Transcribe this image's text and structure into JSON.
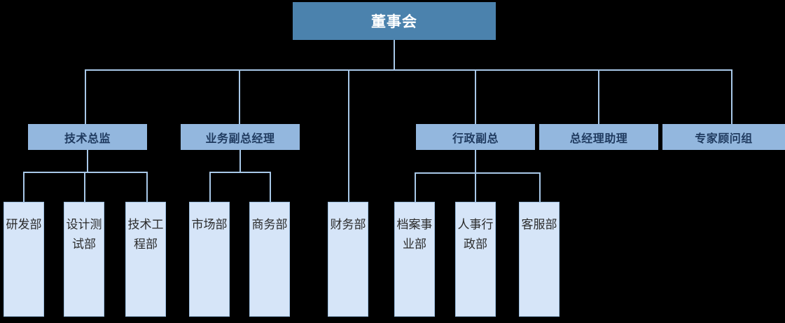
{
  "diagram": {
    "title_node": {
      "label": "董事会",
      "level": 1
    },
    "colors": {
      "root_fill": "#4b82ad",
      "root_text": "#ffffff",
      "level2_fill": "#93b7de",
      "level2_text": "#1f3a5f",
      "level3_fill": "#d6e5f8",
      "level3_border": "#9dbfe0",
      "level3_text": "#2b2b2b",
      "connector": "#a8c8e8",
      "background": "#000000"
    },
    "level2": [
      {
        "label": "技术总监"
      },
      {
        "label": "业务副总经理"
      },
      {
        "label": "行政副总"
      },
      {
        "label": "总经理助理"
      },
      {
        "label": "专家顾问组"
      }
    ],
    "level3": [
      {
        "label": "研发部",
        "parent": "技术总监"
      },
      {
        "label": "设计测试部",
        "parent": "技术总监"
      },
      {
        "label": "技术工程部",
        "parent": "技术总监"
      },
      {
        "label": "市场部",
        "parent": "业务副总经理"
      },
      {
        "label": "商务部",
        "parent": "业务副总经理"
      },
      {
        "label": "财务部",
        "parent": "董事会"
      },
      {
        "label": "档案事业部",
        "parent": "行政副总"
      },
      {
        "label": "人事行政部",
        "parent": "行政副总"
      },
      {
        "label": "客服部",
        "parent": "行政副总"
      }
    ]
  }
}
